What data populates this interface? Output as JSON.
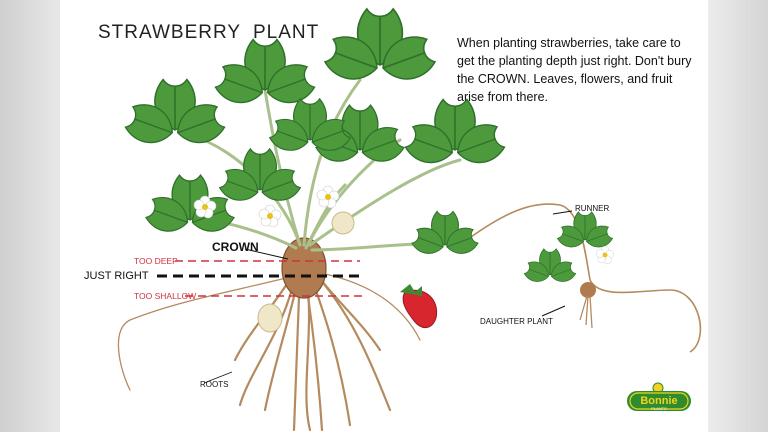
{
  "title": "STRAWBERRY  PLANT",
  "description": "When planting strawberries, take care to get the planting depth just right. Don't bury the CROWN. Leaves, flowers, and fruit arise from there.",
  "labels": {
    "crown": "CROWN",
    "too_deep": "TOO DEEP",
    "just_right": "JUST RIGHT",
    "too_shallow": "TOO SHALLOW",
    "roots": "ROOTS",
    "runner": "RUNNER",
    "daughter_plant": "DAUGHTER PLANT"
  },
  "logo": {
    "brand": "Bonnie",
    "sub": "PLANTS"
  },
  "colors": {
    "leaf": "#4c9a3c",
    "leaf_dark": "#2f6f2a",
    "stem": "#a9c08c",
    "root": "#b58a5e",
    "strawberry": "#d8262f",
    "depth_line_red": "#d0313f",
    "logo_yellow": "#f4d31e",
    "logo_green": "#2e8b2e"
  }
}
